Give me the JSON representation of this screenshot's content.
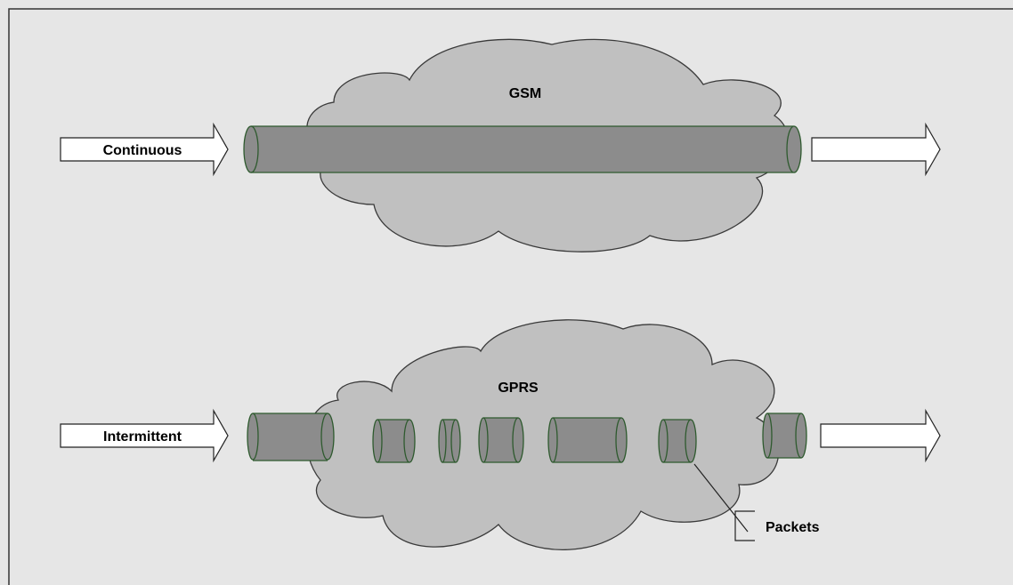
{
  "colors": {
    "background": "#e6e6e6",
    "cloud_fill": "#c0c0c0",
    "cloud_stroke": "#3a3a3a",
    "pipe_fill": "#8c8c8c",
    "pipe_stroke": "#2e5a2e",
    "arrow_fill": "#ffffff"
  },
  "gsm": {
    "cloud_label": "GSM",
    "input_label": "Continuous"
  },
  "gprs": {
    "cloud_label": "GPRS",
    "input_label": "Intermittent",
    "callout_label": "Packets"
  }
}
